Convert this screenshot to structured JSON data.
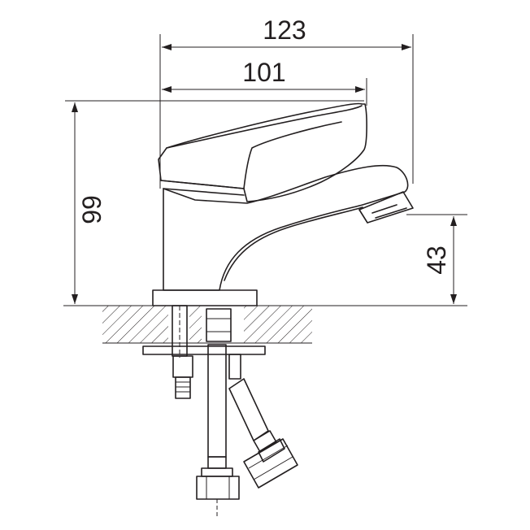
{
  "dimensions": {
    "total_length": "123",
    "lever_length": "101",
    "height": "99",
    "spout_height": "43"
  },
  "colors": {
    "line": "#231f20",
    "background": "#ffffff"
  }
}
